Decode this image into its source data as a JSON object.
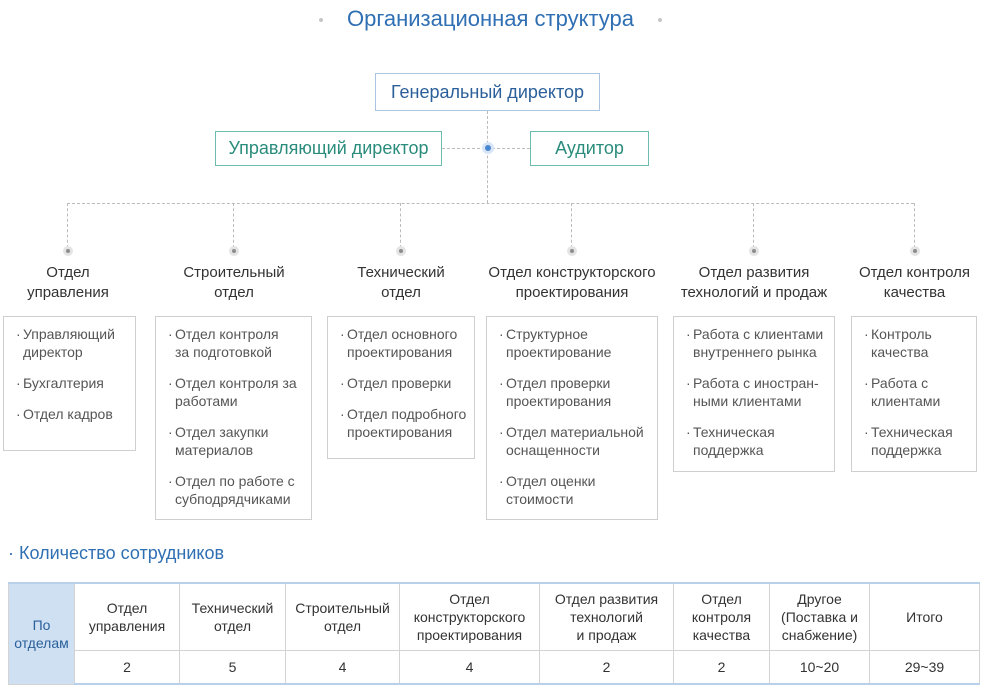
{
  "title": "Организационная структура",
  "top": {
    "general_director": "Генеральный директор",
    "managing_director": "Управляющий директор",
    "auditor": "Аудитор"
  },
  "departments": [
    {
      "name": "Отдел\nуправления",
      "items": [
        "Управляющий\nдиректор",
        "Бухгалтерия",
        "Отдел кадров"
      ]
    },
    {
      "name": "Строительный\nотдел",
      "items": [
        "Отдел контроля\nза подготовкой",
        "Отдел контроля за\nработами",
        "Отдел закупки\nматериалов",
        "Отдел по работе с\nсубподрядчиками"
      ]
    },
    {
      "name": "Технический\nотдел",
      "items": [
        "Отдел основного\nпроектирования",
        "Отдел проверки",
        "Отдел подробного\nпроектирования"
      ]
    },
    {
      "name": "Отдел конструкторского\nпроектирования",
      "items": [
        "Структурное\nпроектирование",
        "Отдел проверки\nпроектирования",
        "Отдел материальной\nоснащенности",
        " Отдел оценки\nстоимости"
      ]
    },
    {
      "name": "Отдел развития\nтехнологий и продаж",
      "items": [
        "Работа с клиентами\nвнутреннего рынка",
        "Работа с иностран-\nными клиентами",
        "Техническая\nподдержка"
      ]
    },
    {
      "name": "Отдел контроля\nкачества",
      "items": [
        "Контроль\nкачества",
        "Работа с\nклиентами",
        "Техническая\nподдержка"
      ]
    }
  ],
  "employees": {
    "heading": "· Количество сотрудников",
    "row_header": "По\nотделам",
    "columns": [
      {
        "label": "Отдел\nуправления",
        "value": "2"
      },
      {
        "label": "Технический\nотдел",
        "value": "5"
      },
      {
        "label": "Строительный\nотдел",
        "value": "4"
      },
      {
        "label": "Отдел\nконструкторского\nпроектирования",
        "value": "4"
      },
      {
        "label": "Отдел развития\nтехнологий\nи продаж",
        "value": "2"
      },
      {
        "label": "Отдел\nконтроля\nкачества",
        "value": "2"
      },
      {
        "label": "Другое\n(Поставка и\nснабжение)",
        "value": "10~20"
      },
      {
        "label": "Итого",
        "value": "29~39"
      }
    ]
  }
}
